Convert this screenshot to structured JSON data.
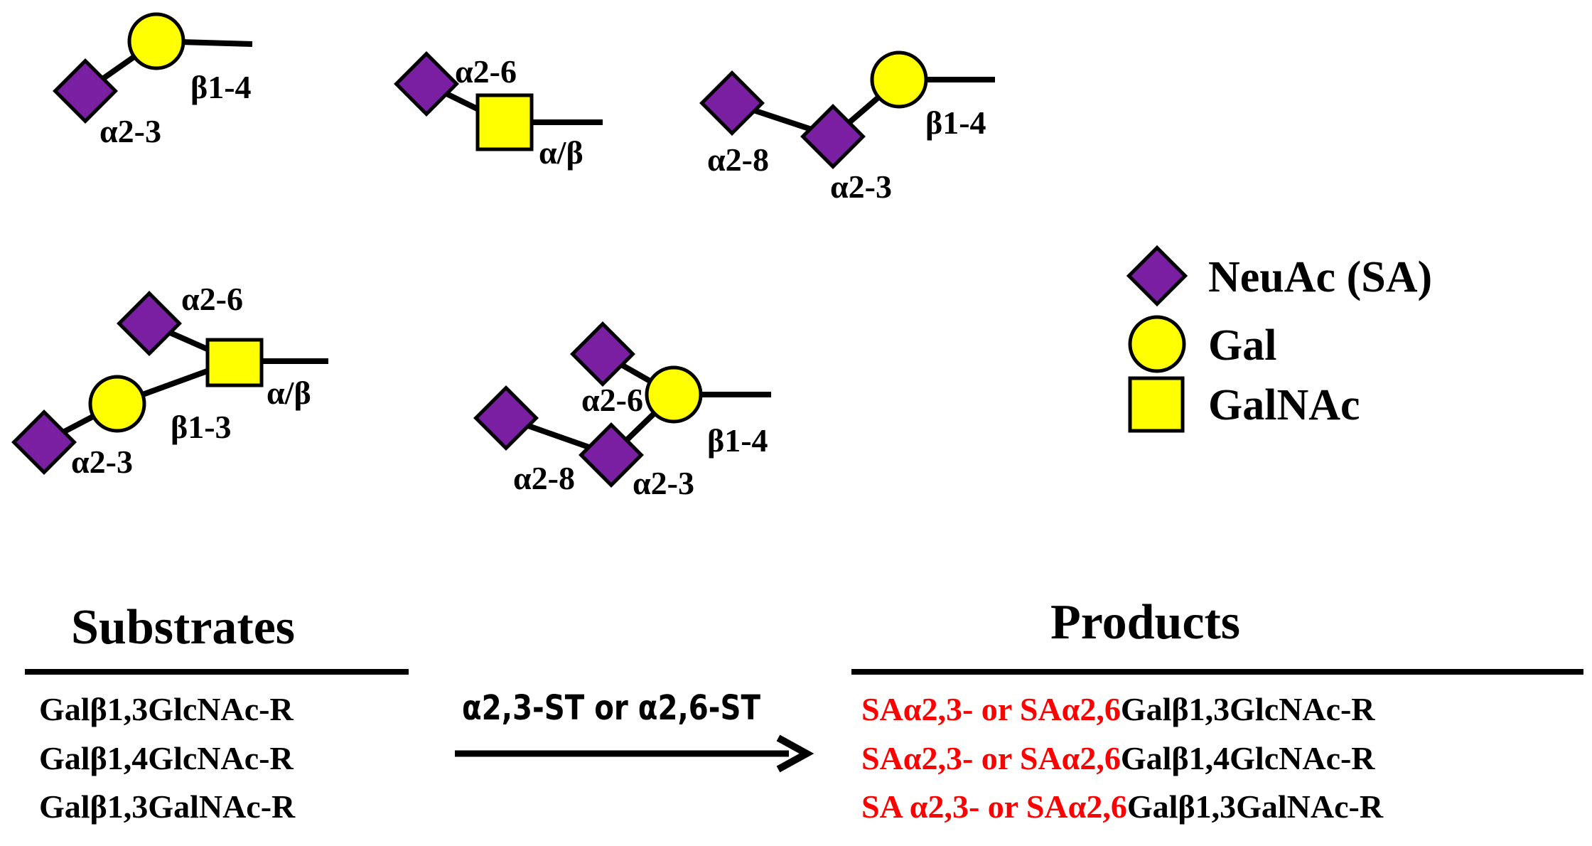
{
  "colors": {
    "neuac": "#7a1fa2",
    "gal": "#ffff00",
    "galnac": "#ffff00",
    "line": "#000000",
    "highlight": "#ff0000"
  },
  "structures": {
    "s1": {
      "a": "α2-3",
      "b": "β1-4"
    },
    "s2": {
      "a": "α2-6",
      "b": "α/β"
    },
    "s3": {
      "a": "α2-8",
      "b": "α2-3",
      "c": "β1-4"
    },
    "s4": {
      "a": "α2-6",
      "b": "α/β",
      "c": "β1-3",
      "d": "α2-3"
    },
    "s5": {
      "a": "α2-6",
      "b": "β1-4",
      "c": "α2-8",
      "d": "α2-3"
    }
  },
  "legend": {
    "neuac": "NeuAc (SA)",
    "gal": "Gal",
    "galnac": "GalNAc"
  },
  "reaction": {
    "substrates_title": "Substrates",
    "products_title": "Products",
    "enzyme": "α2,3-ST or α2,6-ST",
    "substrates": [
      "Galβ1,3GlcNAc-R",
      "Galβ1,4GlcNAc-R",
      "Galβ1,3GalNAc-R"
    ],
    "products": [
      {
        "prefix": "SAα2,3- or SAα2,6",
        "suffix": "Galβ1,3GlcNAc-R"
      },
      {
        "prefix": "SAα2,3- or SAα2,6",
        "suffix": "Galβ1,4GlcNAc-R"
      },
      {
        "prefix": "SA α2,3- or SAα2,6",
        "suffix": "Galβ1,3GalNAc-R"
      }
    ]
  }
}
